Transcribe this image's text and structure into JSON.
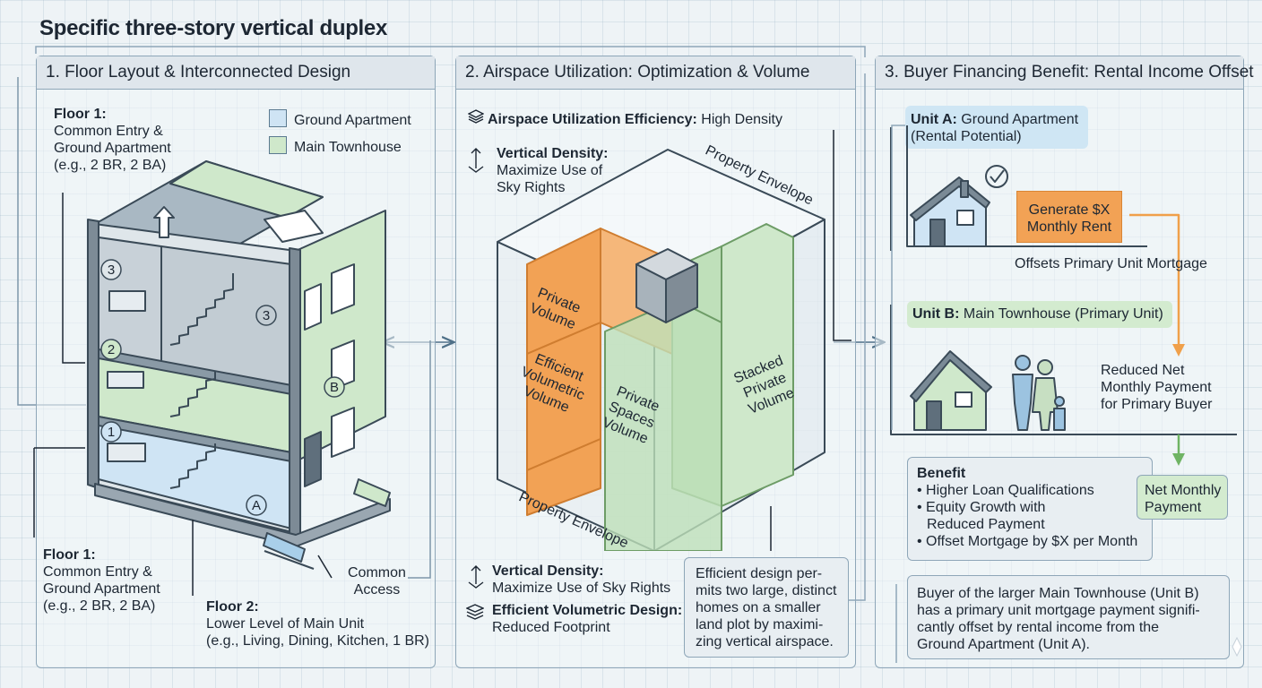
{
  "title": "Specific three-story vertical duplex",
  "panel1": {
    "heading": "1. Floor Layout & Interconnected Design",
    "floor1_top": {
      "label": "Floor 1:",
      "line1": "Common Entry &",
      "line2": "Ground Apartment",
      "line3": "(e.g., 2 BR, 2 BA)"
    },
    "legend": [
      {
        "label": "Ground Apartment",
        "color": "#cfe4f4"
      },
      {
        "label": "Main Townhouse",
        "color": "#cfe8cb"
      }
    ],
    "markers": [
      "3",
      "2",
      "1",
      "3",
      "B",
      "A"
    ],
    "floor1_bottom": {
      "label": "Floor 1:",
      "line1": "Common Entry &",
      "line2": "Ground Apartment",
      "line3": "(e.g., 2 BR, 2 BA)"
    },
    "floor2": {
      "label": "Floor 2:",
      "line1": "Lower Level of Main Unit",
      "line2": "(e.g., Living, Dining, Kitchen, 1 BR)"
    },
    "common_access": {
      "line1": "Common",
      "line2": "Access"
    }
  },
  "panel2": {
    "heading": "2. Airspace Utilization: Optimization & Volume",
    "efficiency": {
      "bold": "Airspace Utilization Efficiency:",
      "text": " High Density"
    },
    "vd_top": {
      "bold": "Vertical Density:",
      "line2": "Maximize Use of",
      "line3": "Sky Rights"
    },
    "envelope_top": "Property Envelope",
    "envelope_bottom": "Property Envelope",
    "vol_private": [
      "Private",
      "Volume"
    ],
    "vol_efficient": [
      "Efficient",
      "Volumetric",
      "Volume"
    ],
    "vol_spaces": [
      "Private",
      "Spaces",
      "Volume"
    ],
    "vol_stacked": [
      "Stacked",
      "Private",
      "Volume"
    ],
    "vd_bottom": {
      "bold": "Vertical Density:",
      "text": "Maximize Use of Sky Rights"
    },
    "evd_bottom": {
      "bold": "Efficient Volumetric Design:",
      "text": "Reduced Footprint"
    },
    "note": [
      "Efficient design per-",
      "mits two large, distinct",
      "homes on a smaller",
      "land plot by maximi-",
      "zing vertical airspace."
    ]
  },
  "panel3": {
    "heading": "3. Buyer Financing Benefit: Rental Income Offset",
    "unitA": {
      "bold": "Unit A:",
      "text": " Ground Apartment",
      "line2": "(Rental Potential)"
    },
    "rent": [
      "Generate $X",
      "Monthly Rent"
    ],
    "offsets": "Offsets Primary Unit Mortgage",
    "unitB": {
      "bold": "Unit B:",
      "text": " Main Townhouse (Primary Unit)"
    },
    "reduced": [
      "Reduced Net",
      "Monthly Payment",
      "for Primary Buyer"
    ],
    "benefit": {
      "title": "Benefit",
      "items": [
        "Higher Loan Qualifications",
        "Equity Growth with",
        "Reduced Payment",
        "Offset Mortgage by $X per Month"
      ]
    },
    "net": [
      "Net Monthly",
      "Payment"
    ],
    "summary": [
      "Buyer of the larger Main Townhouse (Unit B)",
      "has a primary unit mortgage payment signifi-",
      "cantly offset by rental income from the",
      "Ground Apartment (Unit A)."
    ]
  },
  "colors": {
    "blue": "#cfe4f4",
    "green": "#cfe8cb",
    "orange": "#f2a255",
    "arrow_orange": "#f0a04a",
    "arrow_green": "#6fb464"
  }
}
